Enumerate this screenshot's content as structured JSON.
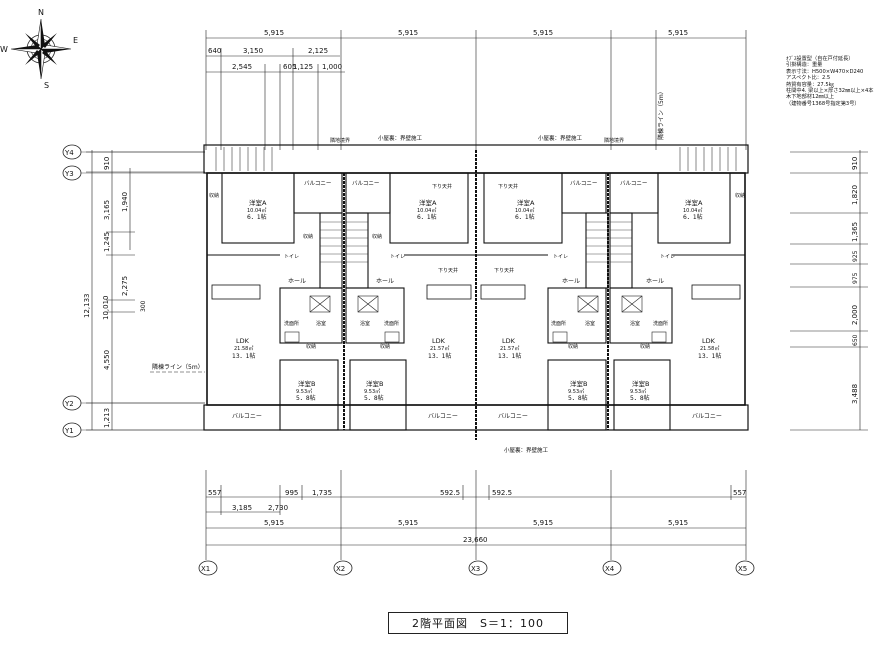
{
  "compass": {
    "n": "N",
    "s": "S",
    "e": "E",
    "w": "W"
  },
  "notes": [
    "ｵﾌﾞｽ設置型（自在戸付延長）",
    "引掛構造：重量",
    "表示寸法：H500×W470×D240",
    "アスペクト比：2.5",
    "熱質有容量：27.5㎏",
    "柱間中4. 梁以上×厚さ32㎜以上×4本",
    "木下地部材12㎜以上",
    "（建物番号1368号指定第3号）"
  ],
  "top_dims": {
    "row1": [
      "5,915",
      "5,915",
      "5,915",
      "5,915"
    ],
    "row2": [
      "640",
      "3,150",
      "2,125"
    ],
    "row3": [
      "2,545",
      "605",
      "1,125",
      "1,000"
    ]
  },
  "bottom_dims": {
    "row1": [
      "557",
      "995",
      "1,735",
      "592.5",
      "592.5",
      "557"
    ],
    "row2": [
      "3,185",
      "2,730"
    ],
    "row3": [
      "5,915",
      "5,915",
      "5,915",
      "5,915"
    ],
    "total": "23,660"
  },
  "left_dims": {
    "col_a": [
      "910",
      "3,165",
      "1,245",
      "2,275",
      "300",
      "4,550",
      "1,213"
    ],
    "col_b": [
      "1,940"
    ],
    "total_a": "12,133",
    "total_b": "10,010"
  },
  "right_dims": [
    "910",
    "1,820",
    "1,365",
    "925",
    "975",
    "2,000",
    "650",
    "3,488"
  ],
  "axes": {
    "x": [
      "X1",
      "X2",
      "X3",
      "X4",
      "X5"
    ],
    "y": [
      "Y4",
      "Y3",
      "Y2",
      "Y1"
    ]
  },
  "rooms": {
    "western_a": {
      "name": "洋室A",
      "area": "10.04㎡",
      "tatami": "6．1帖"
    },
    "western_b": {
      "name": "洋室B",
      "area": "9.53㎡",
      "tatami": "5．8帖"
    },
    "ldk": {
      "name": "LDK",
      "area": "21.58㎡",
      "tatami": "13．1帖"
    },
    "ldk2": {
      "name": "LDK",
      "area": "21.57㎡",
      "tatami": "13．1帖"
    },
    "balcony": "バルコニー",
    "hall": "ホール",
    "storage": "収納",
    "toilet": "トイレ",
    "bath": "浴室",
    "wash": "洗面所",
    "roof_label": "下り天井"
  },
  "labels": {
    "fire_wall": "小屋裏：界壁施工",
    "boundary": "隣地境界",
    "line_left": "隣棟ライン（5m）",
    "line_right": "隣棟ライン（5m）"
  },
  "caption": {
    "title": "2階平面図",
    "scale": "S＝1：100"
  }
}
